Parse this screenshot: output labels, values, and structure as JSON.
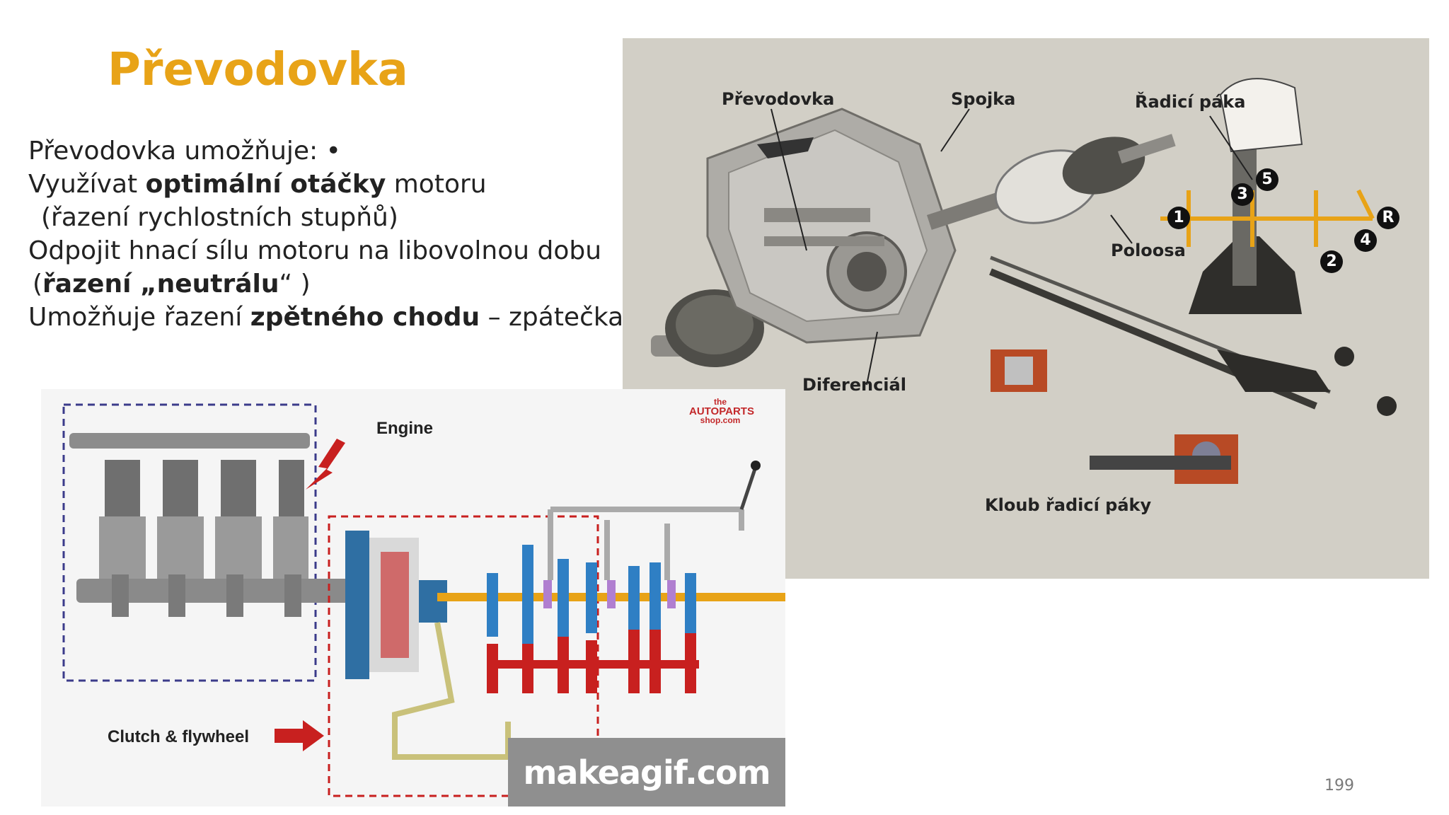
{
  "slide": {
    "title": "Převodovka",
    "page_number": "199",
    "accent_color": "#e8a317"
  },
  "bullets": {
    "line1": "Převodovka umožňuje: •",
    "line2_pre": "Využívat ",
    "line2_bold": "optimální otáčky",
    "line2_post": " motoru",
    "line3": "(řazení rychlostních stupňů)",
    "line4": "Odpojit hnací sílu motoru na libovolnou dobu",
    "line5_pre": "(",
    "line5_bold": "řazení „neutrálu",
    "line5_post": "“ )",
    "line6_pre": "Umožňuje řazení ",
    "line6_bold": "zpětného chodu",
    "line6_post": " – zpátečka"
  },
  "gearbox_photo": {
    "labels": {
      "prevodovka": "Převodovka",
      "spojka": "Spojka",
      "radici_paka": "Řadicí páka",
      "poloosa": "Poloosa",
      "diferencial": "Diferenciál",
      "kloub": "Kloub řadicí páky"
    },
    "gear_numbers": [
      "1",
      "2",
      "3",
      "4",
      "5",
      "R"
    ]
  },
  "animation": {
    "engine_label": "Engine",
    "clutch_label": "Clutch & flywheel",
    "watermark": "makeagif.com",
    "logo_line1": "the",
    "logo_line2": "AUTOPARTS",
    "logo_line3": "shop.com"
  }
}
